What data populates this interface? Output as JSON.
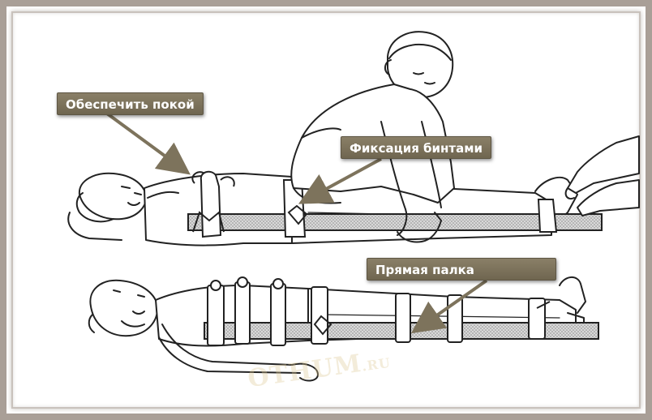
{
  "labels": {
    "rest": "Обеспечить покой",
    "bandages": "Фиксация бинтами",
    "stick": "Прямая палка"
  },
  "watermark": {
    "main": "OTHUM",
    "suffix": ".RU"
  },
  "colors": {
    "frame": "#a99f97",
    "callout": "#7d735c",
    "arrow": "#7d735c",
    "ink": "#222222",
    "splint": "#9c9c9c"
  }
}
